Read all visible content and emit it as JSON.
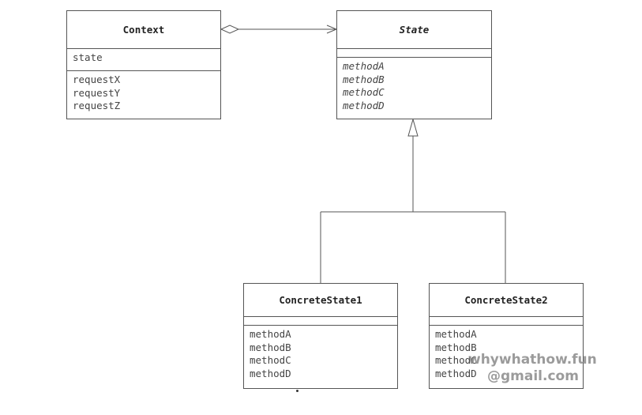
{
  "classes": {
    "context": {
      "name": "Context",
      "attributes": [
        "state"
      ],
      "operations": [
        "requestX",
        "requestY",
        "requestZ"
      ]
    },
    "state": {
      "name": "State",
      "abstract": true,
      "attributes": [],
      "operations": [
        "methodA",
        "methodB",
        "methodC",
        "methodD"
      ]
    },
    "concrete1": {
      "name": "ConcreteState1",
      "attributes": [],
      "operations": [
        "methodA",
        "methodB",
        "methodC",
        "methodD"
      ]
    },
    "concrete2": {
      "name": "ConcreteState2",
      "attributes": [],
      "operations": [
        "methodA",
        "methodB",
        "methodC",
        "methodD"
      ]
    }
  },
  "relations": [
    {
      "type": "aggregation",
      "from": "Context",
      "to": "State"
    },
    {
      "type": "generalization",
      "from": "ConcreteState1",
      "to": "State"
    },
    {
      "type": "generalization",
      "from": "ConcreteState2",
      "to": "State"
    }
  ],
  "watermark": {
    "line1": "whywhathow.fun",
    "line2": "@gmail.com"
  }
}
